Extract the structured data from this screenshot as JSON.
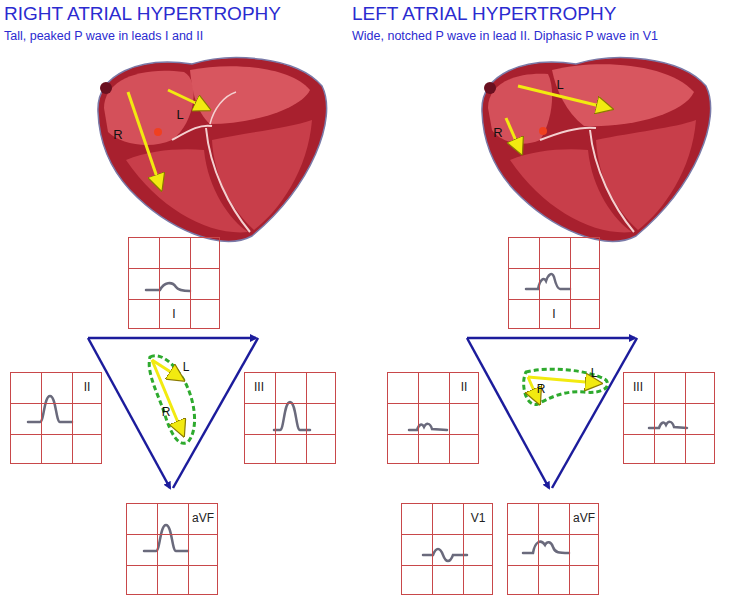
{
  "diagram": {
    "nodes": [
      {
        "text": [
          "I"
        ]
      },
      {
        "text": [
          "II"
        ]
      },
      {
        "text": [
          "III"
        ]
      },
      {
        "text": [
          "aVF"
        ]
      },
      {
        "text": [
          "I"
        ]
      },
      {
        "text": [
          "II"
        ]
      },
      {
        "text": [
          "III"
        ]
      },
      {
        "text": [
          "V1"
        ]
      },
      {
        "text": [
          "aVF"
        ]
      }
    ],
    "labels": [
      "RIGHT ATRIAL HYPERTROPHY",
      "Tall, peaked P wave in leads I and II",
      "R",
      "L",
      "L",
      "R",
      "LEFT ATRIAL HYPERTROPHY",
      "Wide, notched P wave in lead II. Diphasic P wave in V1",
      "L",
      "R",
      "R",
      "L"
    ]
  }
}
